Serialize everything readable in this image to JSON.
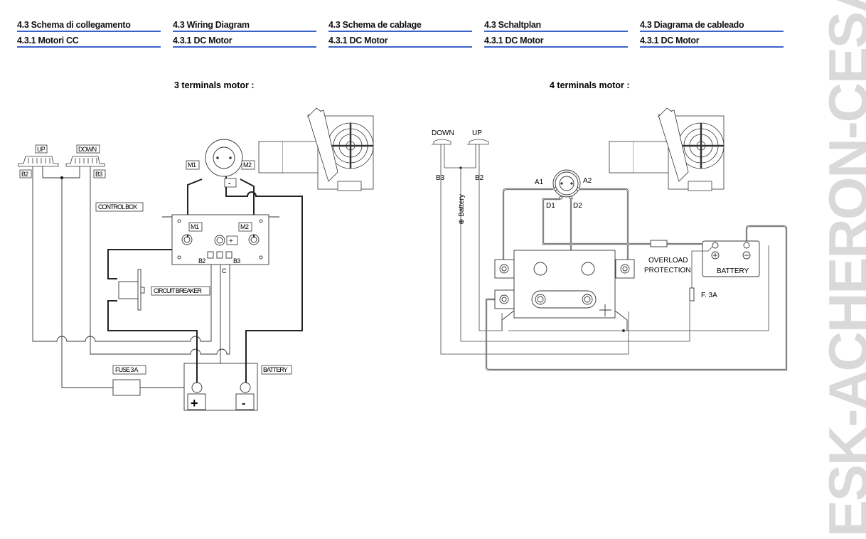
{
  "headers": [
    {
      "title": "4.3 Schema di collegamento",
      "subtitle": "4.3.1 Motori CC"
    },
    {
      "title": "4.3 Wiring Diagram",
      "subtitle": "4.3.1 DC Motor"
    },
    {
      "title": "4.3 Schema de cablage",
      "subtitle": "4.3.1 DC Motor"
    },
    {
      "title": "4.3 Schaltplan",
      "subtitle": "4.3.1 DC Motor"
    },
    {
      "title": "4.3 Diagrama de cableado",
      "subtitle": "4.3.1 DC Motor"
    }
  ],
  "accent_color": "#3a63c9",
  "watermark": "ESK-ACHERON-CESAR",
  "diagram_left": {
    "title": "3 terminals motor :",
    "labels": {
      "up": "UP",
      "down": "DOWN",
      "b2": "B2",
      "b3": "B3",
      "control_box": "CONTROL BOX",
      "m1_motor": "M1",
      "m2_motor": "M2",
      "minus_motor": "-",
      "m1_box": "M1",
      "m2_box": "M2",
      "plus_box": "+",
      "b2_box": "B2",
      "b3_box": "B3",
      "c": "C",
      "circuit_breaker": "CIRCUIT BREAKER",
      "fuse": "FUSE 3 A",
      "battery": "BATTERY",
      "batt_plus": "+",
      "batt_minus": "-"
    }
  },
  "diagram_right": {
    "title": "4 terminals motor :",
    "labels": {
      "down": "DOWN",
      "up": "UP",
      "b3": "B3",
      "b2": "B2",
      "battery_plus": "⊕ Battery",
      "a1": "A1",
      "a2": "A2",
      "d1": "D1",
      "d2": "D2",
      "overload1": "OVERLOAD",
      "overload2": "PROTECTION",
      "battery": "BATTERY",
      "batt_plus": "+",
      "batt_minus": "−",
      "fuse": "F.  3A"
    }
  }
}
